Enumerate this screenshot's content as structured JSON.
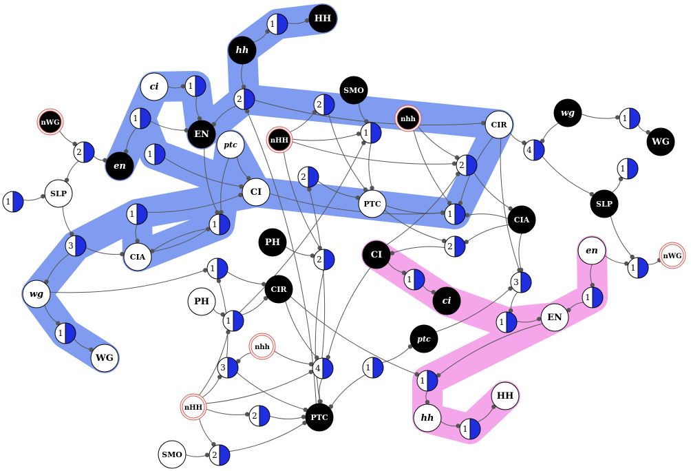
{
  "colors": {
    "blue_highlight": "#7f9cf0",
    "pink_highlight": "#f5a6ea",
    "half_fill": "#1f2fe0",
    "edge": "#555555",
    "node_black": "#000000",
    "node_white": "#ffffff",
    "double_ring": "#e8504a"
  },
  "nodes": {
    "HH1": {
      "label": "HH",
      "style": "black"
    },
    "hh1": {
      "label": "hh",
      "style": "black",
      "italic": true
    },
    "g1a": {
      "label": "1",
      "style": "half"
    },
    "g2a": {
      "label": "2",
      "style": "half"
    },
    "SMO1": {
      "label": "SMO",
      "style": "black"
    },
    "nhh1": {
      "label": "nhh",
      "style": "blackring"
    },
    "ci1": {
      "label": "ci",
      "style": "white",
      "italic": true
    },
    "g1b": {
      "label": "1",
      "style": "half"
    },
    "g1c": {
      "label": "1",
      "style": "half"
    },
    "EN1": {
      "label": "EN",
      "style": "black"
    },
    "ptc1": {
      "label": "ptc",
      "style": "white",
      "italic": true
    },
    "nHH1": {
      "label": "nHH",
      "style": "blackring"
    },
    "g2b": {
      "label": "2",
      "style": "half"
    },
    "g1d": {
      "label": "1",
      "style": "half"
    },
    "CIR1": {
      "label": "CIR",
      "style": "white"
    },
    "wg1": {
      "label": "wg",
      "style": "black",
      "italic": true
    },
    "g1e": {
      "label": "1",
      "style": "half"
    },
    "WG1": {
      "label": "WG",
      "style": "black"
    },
    "nWG1": {
      "label": "nWG",
      "style": "blackring"
    },
    "g2c": {
      "label": "2",
      "style": "half"
    },
    "en1": {
      "label": "en",
      "style": "black",
      "italic": true
    },
    "g1f": {
      "label": "1",
      "style": "half"
    },
    "g2d": {
      "label": "2",
      "style": "half"
    },
    "g4a": {
      "label": "4",
      "style": "half"
    },
    "g1g": {
      "label": "1",
      "style": "half"
    },
    "SLP1": {
      "label": "SLP",
      "style": "white"
    },
    "CI1": {
      "label": "CI",
      "style": "white"
    },
    "PTC1": {
      "label": "PTC",
      "style": "white"
    },
    "g2e": {
      "label": "2",
      "style": "half"
    },
    "g1h": {
      "label": "1",
      "style": "half"
    },
    "g1i": {
      "label": "1",
      "style": "half"
    },
    "SLP2": {
      "label": "SLP",
      "style": "black"
    },
    "g1j": {
      "label": "1",
      "style": "half"
    },
    "g3a": {
      "label": "3",
      "style": "half"
    },
    "CIA1": {
      "label": "CIA",
      "style": "white"
    },
    "g1k": {
      "label": "1",
      "style": "half"
    },
    "CIA2": {
      "label": "CIA",
      "style": "black"
    },
    "PH1": {
      "label": "PH",
      "style": "black"
    },
    "g2f": {
      "label": "2",
      "style": "half"
    },
    "CI2": {
      "label": "CI",
      "style": "black"
    },
    "g2g": {
      "label": "2",
      "style": "half"
    },
    "en2": {
      "label": "en",
      "style": "white",
      "italic": true
    },
    "nWG2": {
      "label": "nWG",
      "style": "whitering"
    },
    "g1l": {
      "label": "1",
      "style": "half"
    },
    "wg2": {
      "label": "wg",
      "style": "white",
      "italic": true
    },
    "g1m": {
      "label": "1",
      "style": "half"
    },
    "CIR2": {
      "label": "CIR",
      "style": "black"
    },
    "g1n": {
      "label": "1",
      "style": "half"
    },
    "ci2": {
      "label": "ci",
      "style": "black",
      "italic": true
    },
    "g3b": {
      "label": "3",
      "style": "half"
    },
    "g1o": {
      "label": "1",
      "style": "half"
    },
    "PH2": {
      "label": "PH",
      "style": "white"
    },
    "g1p": {
      "label": "1",
      "style": "half"
    },
    "g1q": {
      "label": "1",
      "style": "half"
    },
    "EN2": {
      "label": "EN",
      "style": "white"
    },
    "g1r": {
      "label": "1",
      "style": "half"
    },
    "WG2": {
      "label": "WG",
      "style": "white"
    },
    "ptc2": {
      "label": "ptc",
      "style": "black",
      "italic": true
    },
    "nhh2": {
      "label": "nhh",
      "style": "whitering"
    },
    "g3c": {
      "label": "3",
      "style": "half"
    },
    "g4b": {
      "label": "4",
      "style": "half"
    },
    "g1s": {
      "label": "1",
      "style": "half"
    },
    "g1t": {
      "label": "1",
      "style": "half"
    },
    "HH2": {
      "label": "HH",
      "style": "white"
    },
    "nHH2": {
      "label": "nHH",
      "style": "whitering"
    },
    "g2h": {
      "label": "2",
      "style": "half"
    },
    "PTC2": {
      "label": "PTC",
      "style": "black"
    },
    "hh2": {
      "label": "hh",
      "style": "white",
      "italic": true
    },
    "g1u": {
      "label": "1",
      "style": "half"
    },
    "SMO2": {
      "label": "SMO",
      "style": "white"
    },
    "g2i": {
      "label": "2",
      "style": "half"
    }
  },
  "edges": [
    [
      "g1a",
      "HH1"
    ],
    [
      "hh1",
      "g1a"
    ],
    [
      "hh1",
      "g2a"
    ],
    [
      "g2a",
      "EN1"
    ],
    [
      "g2a",
      "CIR1"
    ],
    [
      "ci1",
      "g1b"
    ],
    [
      "g1b",
      "EN1"
    ],
    [
      "g1c",
      "en1"
    ],
    [
      "g1c",
      "EN1"
    ],
    [
      "g1d",
      "CI1"
    ],
    [
      "ptc1",
      "CI1"
    ],
    [
      "ptc1",
      "g1j"
    ],
    [
      "nWG1",
      "g2c"
    ],
    [
      "g2c",
      "en1"
    ],
    [
      "g2c",
      "SLP1"
    ],
    [
      "g1f",
      "SLP1"
    ],
    [
      "SLP1",
      "g3a"
    ],
    [
      "g3a",
      "CIA1"
    ],
    [
      "g3a",
      "wg2"
    ],
    [
      "CIA1",
      "g1j"
    ],
    [
      "g1i",
      "CI1"
    ],
    [
      "CI1",
      "g1h"
    ],
    [
      "g1i",
      "CIA1"
    ],
    [
      "wg2",
      "g1r"
    ],
    [
      "g1r",
      "WG2"
    ],
    [
      "wg2",
      "g1m"
    ],
    [
      "g1m",
      "CIR2"
    ],
    [
      "SMO1",
      "g1g"
    ],
    [
      "nHH1",
      "g1g"
    ],
    [
      "nHH1",
      "g2b"
    ],
    [
      "nHH1",
      "g2d"
    ],
    [
      "nHH1",
      "g2f"
    ],
    [
      "g1g",
      "PTC1"
    ],
    [
      "g2b",
      "PTC1"
    ],
    [
      "g2e",
      "PTC1"
    ],
    [
      "PTC1",
      "g1h"
    ],
    [
      "PTC1",
      "g2g"
    ],
    [
      "nhh1",
      "g1h"
    ],
    [
      "nhh1",
      "g2d"
    ],
    [
      "g2d",
      "CIA2"
    ],
    [
      "CIR1",
      "g4a"
    ],
    [
      "CIR1",
      "g1h"
    ],
    [
      "CIR1",
      "g3b"
    ],
    [
      "wg1",
      "g4a"
    ],
    [
      "wg1",
      "g1e"
    ],
    [
      "g1e",
      "WG1"
    ],
    [
      "g4a",
      "SLP2"
    ],
    [
      "SLP2",
      "g1l"
    ],
    [
      "SLP2",
      "g1k"
    ],
    [
      "g1l",
      "nWG2"
    ],
    [
      "CIA2",
      "g3b"
    ],
    [
      "CIA2",
      "g2g"
    ],
    [
      "CIA2",
      "g1h"
    ],
    [
      "g2g",
      "CI2"
    ],
    [
      "PH1",
      "g2f"
    ],
    [
      "g2f",
      "PTC2"
    ],
    [
      "CI2",
      "g1n"
    ],
    [
      "g1n",
      "ci2"
    ],
    [
      "CI2",
      "g2d"
    ],
    [
      "g3b",
      "g1p"
    ],
    [
      "ptc2",
      "g3b"
    ],
    [
      "g1p",
      "EN2"
    ],
    [
      "en2",
      "g1q"
    ],
    [
      "en2",
      "g1l"
    ],
    [
      "g1q",
      "EN2"
    ],
    [
      "EN2",
      "g1t"
    ],
    [
      "g1t",
      "hh2"
    ],
    [
      "hh2",
      "g1u"
    ],
    [
      "g1u",
      "HH2"
    ],
    [
      "PH2",
      "g1o"
    ],
    [
      "g1o",
      "CIR2"
    ],
    [
      "g1s",
      "ptc2"
    ],
    [
      "g1s",
      "PTC2"
    ],
    [
      "CIR2",
      "g4b"
    ],
    [
      "CIR2",
      "g1t"
    ],
    [
      "nhh2",
      "g3c"
    ],
    [
      "nhh2",
      "g4b"
    ],
    [
      "nHH2",
      "g3c"
    ],
    [
      "nHH2",
      "g4b"
    ],
    [
      "nHH2",
      "g2h"
    ],
    [
      "nHH2",
      "g2i"
    ],
    [
      "nHH2",
      "g1o"
    ],
    [
      "g3c",
      "PTC2"
    ],
    [
      "g3c",
      "g1m"
    ],
    [
      "g4b",
      "PTC2"
    ],
    [
      "g2h",
      "PTC2"
    ],
    [
      "SMO2",
      "g2i"
    ],
    [
      "g2i",
      "PTC2"
    ],
    [
      "CI2",
      "g4b"
    ],
    [
      "PTC2",
      "g2a"
    ],
    [
      "g1j",
      "CIA1"
    ],
    [
      "EN1",
      "g1j"
    ],
    [
      "g4b",
      "g2e"
    ],
    [
      "g1o",
      "g1g"
    ]
  ]
}
